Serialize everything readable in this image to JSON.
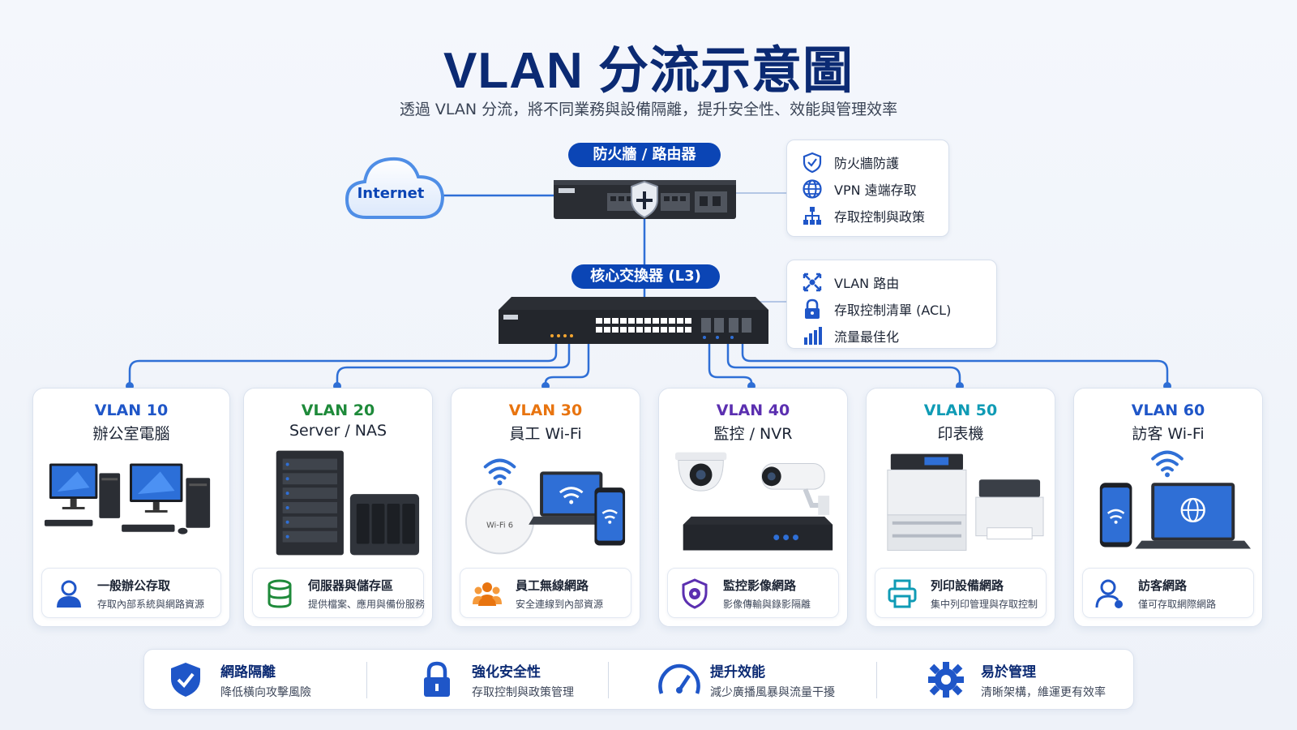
{
  "title": "VLAN 分流示意圖",
  "subtitle": "透過 VLAN 分流，將不同業務與設備隔離，提升安全性、效能與管理效率",
  "internet": "Internet",
  "firewall": {
    "label": "防火牆 / 路由器",
    "features": [
      "防火牆防護",
      "VPN 遠端存取",
      "存取控制與政策"
    ]
  },
  "core_switch": {
    "label": "核心交換器 (L3)",
    "features": [
      "VLAN 路由",
      "存取控制清單 (ACL)",
      "流量最佳化"
    ]
  },
  "vlans": [
    {
      "id": "VLAN 10",
      "name": "辦公室電腦",
      "color": "#1f56c8",
      "sub_title": "一般辦公存取",
      "sub_desc": "存取內部系統與網路資源"
    },
    {
      "id": "VLAN 20",
      "name": "Server / NAS",
      "color": "#1e8a3a",
      "sub_title": "伺服器與儲存區",
      "sub_desc": "提供檔案、應用與備份服務"
    },
    {
      "id": "VLAN 30",
      "name": "員工 Wi-Fi",
      "color": "#e8740f",
      "sub_title": "員工無線網路",
      "sub_desc": "安全連線到內部資源",
      "device_label": "Wi-Fi 6"
    },
    {
      "id": "VLAN 40",
      "name": "監控 / NVR",
      "color": "#5b2fb0",
      "sub_title": "監控影像網路",
      "sub_desc": "影像傳輸與錄影隔離"
    },
    {
      "id": "VLAN 50",
      "name": "印表機",
      "color": "#0f9bb5",
      "sub_title": "列印設備網路",
      "sub_desc": "集中列印管理與存取控制"
    },
    {
      "id": "VLAN 60",
      "name": "訪客 Wi-Fi",
      "color": "#1f56c8",
      "sub_title": "訪客網路",
      "sub_desc": "僅可存取網際網路"
    }
  ],
  "benefits": [
    {
      "title": "網路隔離",
      "desc": "降低橫向攻擊風險"
    },
    {
      "title": "強化安全性",
      "desc": "存取控制與政策管理"
    },
    {
      "title": "提升效能",
      "desc": "減少廣播風暴與流量干擾"
    },
    {
      "title": "易於管理",
      "desc": "清晰架構，維運更有效率"
    }
  ],
  "colors": {
    "primary": "#0b45b5",
    "title": "#0b2a73",
    "wire": "#2f6fd6"
  }
}
